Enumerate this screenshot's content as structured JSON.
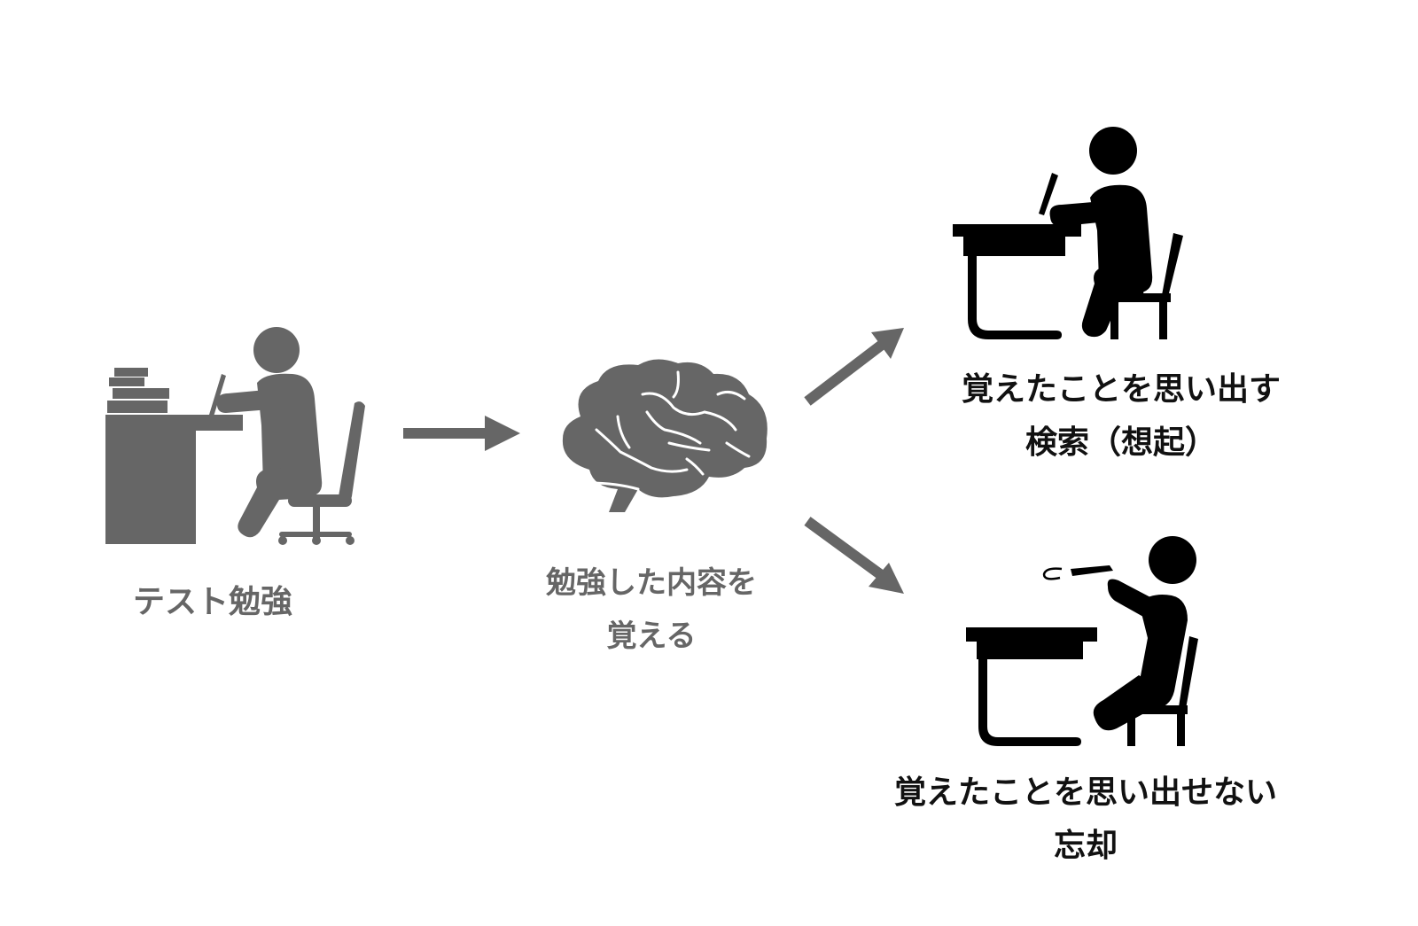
{
  "colors": {
    "gray": "#666666",
    "black": "#000000",
    "background": "#ffffff"
  },
  "nodes": {
    "study": {
      "icon": "studying-at-desk-icon",
      "label": "テスト勉強"
    },
    "brain": {
      "icon": "brain-icon",
      "line1": "勉強した内容を",
      "line2": "覚える"
    },
    "recall": {
      "icon": "writing-at-desk-icon",
      "line1": "覚えたことを思い出す",
      "line2": "検索（想起）"
    },
    "forget": {
      "icon": "giving-up-at-desk-icon",
      "line1": "覚えたことを思い出せない",
      "line2": "忘却"
    }
  },
  "edges": [
    {
      "from": "study",
      "to": "brain"
    },
    {
      "from": "brain",
      "to": "recall"
    },
    {
      "from": "brain",
      "to": "forget"
    }
  ]
}
